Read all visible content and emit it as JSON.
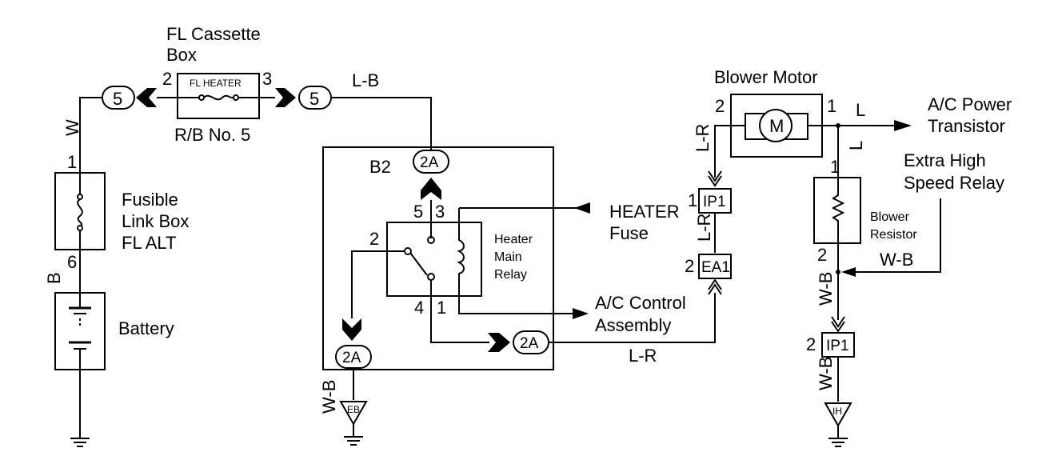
{
  "labels": {
    "fl_cassette_box": [
      "FL Cassette",
      "Box"
    ],
    "fl_heater": "FL HEATER",
    "rb_no5": "R/B No. 5",
    "fusible_link_box": [
      "Fusible",
      "Link Box",
      "FL ALT"
    ],
    "battery": "Battery",
    "heater_main_relay": [
      "Heater",
      "Main",
      "Relay"
    ],
    "heater_fuse": [
      "HEATER",
      "Fuse"
    ],
    "ac_control_assembly": [
      "A/C Control",
      "Assembly"
    ],
    "blower_motor": "Blower Motor",
    "motor_symbol": "M",
    "ac_power_transistor": [
      "A/C Power",
      "Transistor"
    ],
    "extra_high_speed_relay": [
      "Extra High",
      "Speed Relay"
    ],
    "blower_resistor": [
      "Blower",
      "Resistor"
    ],
    "b2": "B2"
  },
  "connectors": {
    "c5": "5",
    "c2a": "2A",
    "ip1": "IP1",
    "ea1": "EA1"
  },
  "grounds": {
    "eb": "EB",
    "ih": "IH"
  },
  "wires": {
    "w": "W",
    "b": "B",
    "lb": "L-B",
    "lr": "L-R",
    "wb": "W-B",
    "l": "L"
  },
  "pins": {
    "p1": "1",
    "p2": "2",
    "p3": "3",
    "p4": "4",
    "p5": "5",
    "p6": "6"
  }
}
